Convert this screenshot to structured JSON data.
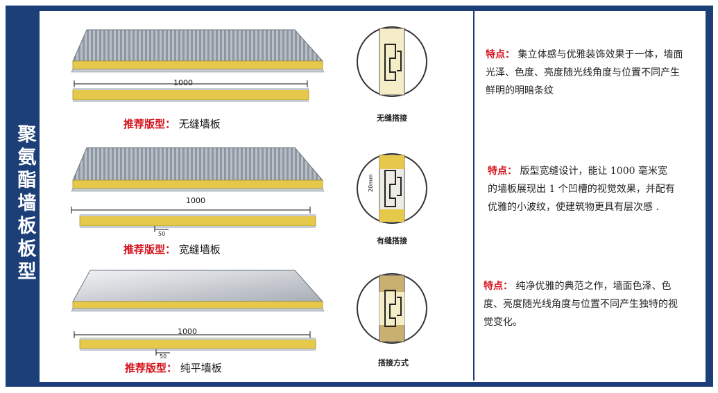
{
  "side_title": [
    "聚",
    "氨",
    "酯",
    "墙",
    "板",
    "板",
    "型"
  ],
  "panels": [
    {
      "caption_tag": "推荐版型：",
      "caption_name": "无缝墙板",
      "width_label": "1000",
      "groove_label": "",
      "joint_label": "无缝搭接",
      "surface": "ribbed"
    },
    {
      "caption_tag": "推荐版型：",
      "caption_name": "宽缝墙板",
      "width_label": "1000",
      "groove_label": "50",
      "joint_label": "有缝搭接",
      "joint_dim_label": "20mm",
      "surface": "ribbed"
    },
    {
      "caption_tag": "推荐版型：",
      "caption_name": "纯平墙板",
      "width_label": "1000",
      "groove_label": "50",
      "joint_label": "搭接方式",
      "surface": "flat"
    }
  ],
  "features": [
    {
      "tag": "特点：",
      "text": "集立体感与优雅装饰效果于一体，墙面光泽、色度、亮度随光线角度与位置不同产生鲜明的明暗条纹"
    },
    {
      "tag": "特点：",
      "text": "版型宽缝设计，能让 1000 毫米宽的墙板展现出 1 个凹槽的视觉效果，并配有优雅的小波纹，使建筑物更具有层次感 ."
    },
    {
      "tag": "特点：",
      "text": "纯净优雅的典范之作，墙面色泽、色度、亮度随光线角度与位置不同产生独特的视觉变化。"
    }
  ],
  "colors": {
    "frame": "#1d3f78",
    "accent_red": "#d4111b",
    "foam": "#e6c84a",
    "steel": "#9aa3ad"
  }
}
